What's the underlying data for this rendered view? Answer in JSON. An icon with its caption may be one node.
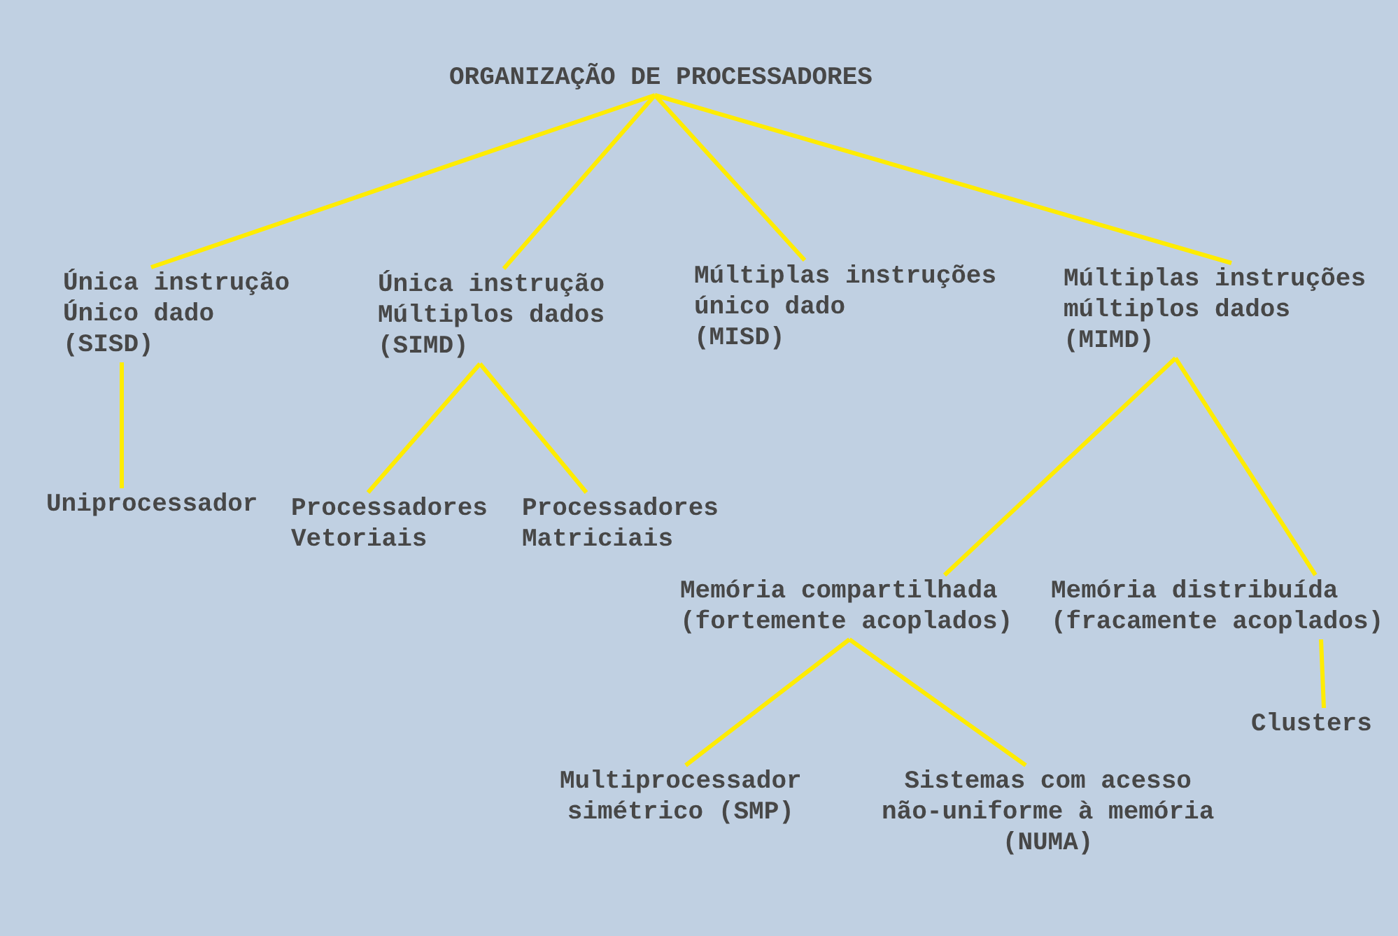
{
  "diagram": {
    "nodes": [
      {
        "text": [
          "ORGANIZAÇÃO DE PROCESSADORES"
        ]
      },
      {
        "text": [
          "Única instrução Único dado (SISD)"
        ]
      },
      {
        "text": [
          "Única instrução Múltiplos dados (SIMD)"
        ]
      },
      {
        "text": [
          "Múltiplas instruções único dado (MISD)"
        ]
      },
      {
        "text": [
          "Múltiplas instruções múltiplos dados (MIMD)"
        ]
      },
      {
        "text": [
          "Uniprocessador"
        ]
      },
      {
        "text": [
          "Processadores Vetoriais"
        ]
      },
      {
        "text": [
          "Processadores Matriciais"
        ]
      },
      {
        "text": [
          "Memória compartilhada (fortemente acoplados)"
        ]
      },
      {
        "text": [
          "Memória distribuída (fracamente acoplados)"
        ]
      },
      {
        "text": [
          "Multiprocessador simétrico (SMP)"
        ]
      },
      {
        "text": [
          "Sistemas com acesso não-uniforme à memória (NUMA)"
        ]
      },
      {
        "text": [
          "Clusters"
        ]
      }
    ],
    "edges": [
      {
        "from": 0,
        "to": 1,
        "arrow": "none"
      },
      {
        "from": 0,
        "to": 2,
        "arrow": "none"
      },
      {
        "from": 0,
        "to": 3,
        "arrow": "none"
      },
      {
        "from": 0,
        "to": 4,
        "arrow": "none"
      },
      {
        "from": 1,
        "to": 5,
        "arrow": "none"
      },
      {
        "from": 2,
        "to": 6,
        "arrow": "none"
      },
      {
        "from": 2,
        "to": 7,
        "arrow": "none"
      },
      {
        "from": 4,
        "to": 8,
        "arrow": "none"
      },
      {
        "from": 4,
        "to": 9,
        "arrow": "none"
      },
      {
        "from": 8,
        "to": 10,
        "arrow": "none"
      },
      {
        "from": 8,
        "to": 11,
        "arrow": "none"
      },
      {
        "from": 9,
        "to": 12,
        "arrow": "none"
      }
    ]
  }
}
